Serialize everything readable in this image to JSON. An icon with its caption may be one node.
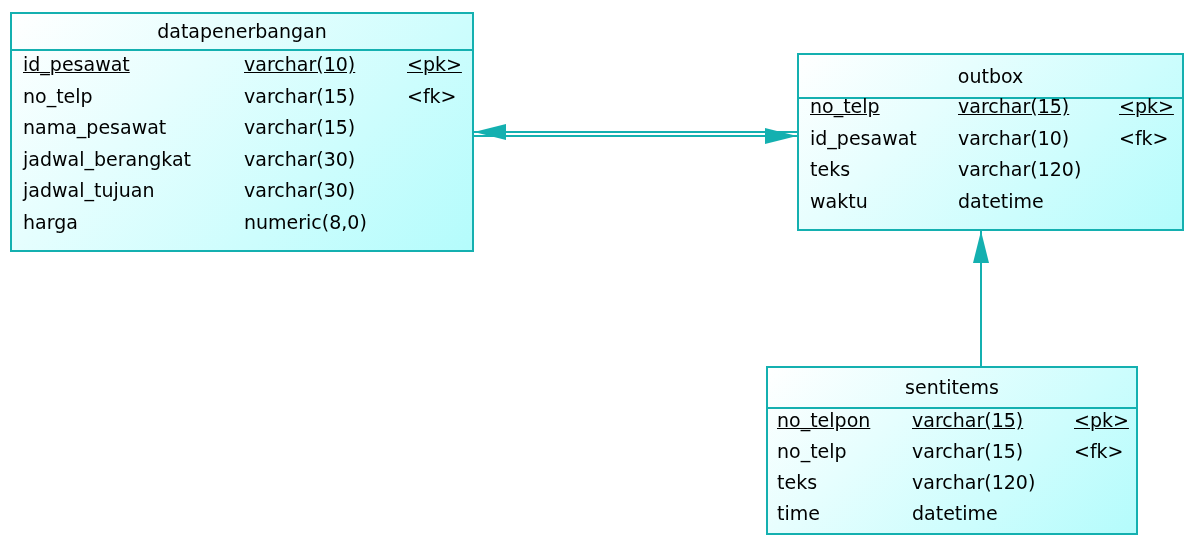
{
  "diagram": {
    "nodes": [
      {
        "text": [
          "datapenerbangan",
          "id_pesawat",
          "varchar(10)",
          "<pk>",
          "no_telp",
          "varchar(15)",
          "<fk>",
          "nama_pesawat",
          "varchar(15)",
          "jadwal_berangkat",
          "varchar(30)",
          "jadwal_tujuan",
          "varchar(30)",
          "harga",
          "numeric(8,0)"
        ]
      },
      {
        "text": [
          "outbox",
          "no_telp",
          "varchar(15)",
          "<pk>",
          "id_pesawat",
          "varchar(10)",
          "<fk>",
          "teks",
          "varchar(120)",
          "waktu",
          "datetime"
        ]
      },
      {
        "text": [
          "sentitems",
          "no_telpon",
          "varchar(15)",
          "<pk>",
          "no_telp",
          "varchar(15)",
          "<fk>",
          "teks",
          "varchar(120)",
          "time",
          "datetime"
        ]
      }
    ],
    "edges": [
      {
        "from": 1,
        "to": 0,
        "arrow": "to"
      },
      {
        "from": 0,
        "to": 1,
        "arrow": "to"
      },
      {
        "from": 2,
        "to": 1,
        "arrow": "to"
      }
    ]
  }
}
